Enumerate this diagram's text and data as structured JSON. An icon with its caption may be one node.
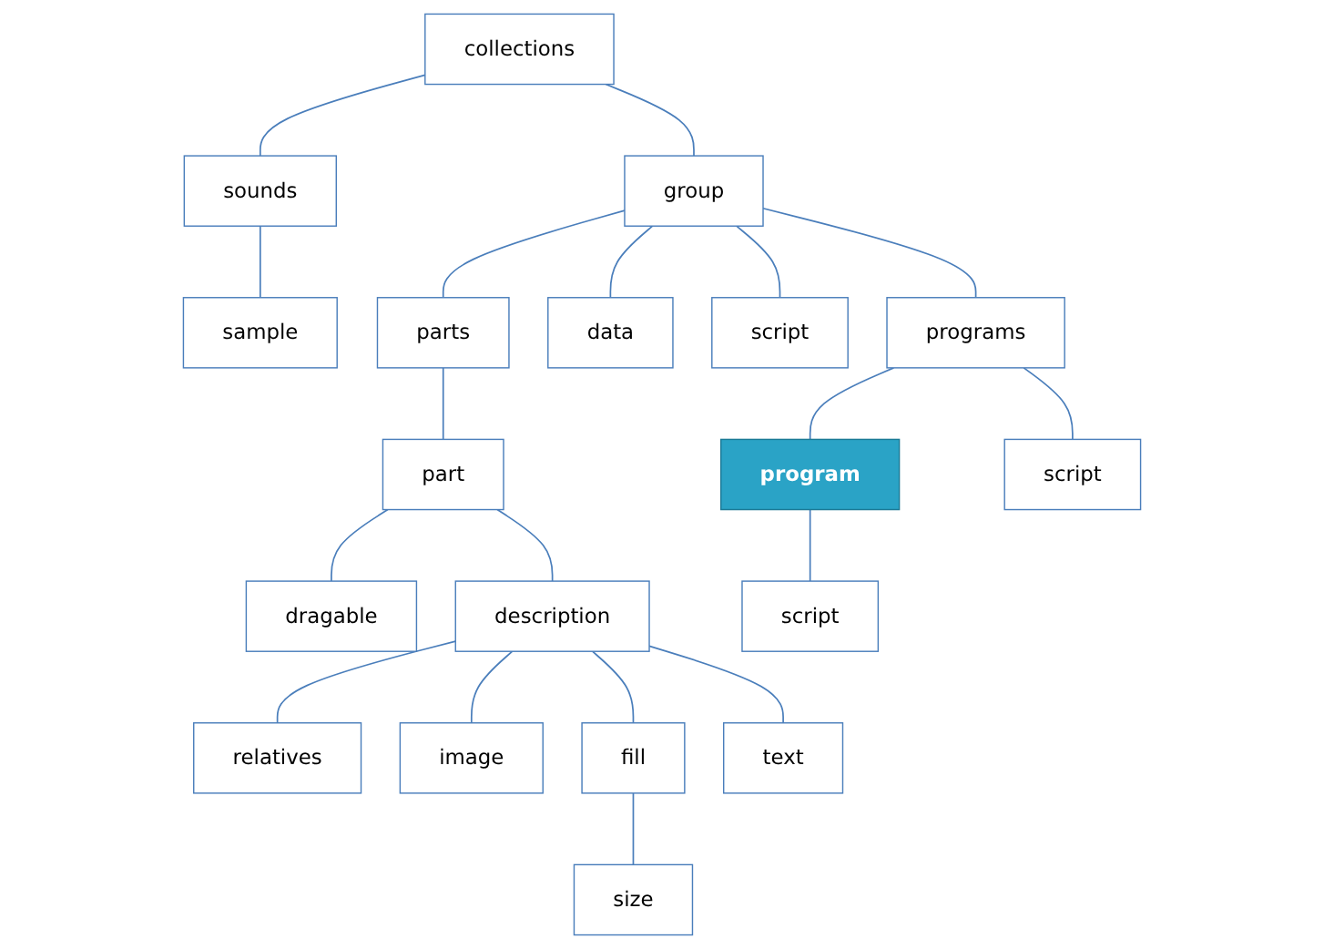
{
  "diagram": {
    "nodes": [
      {
        "text": [
          "collections"
        ]
      },
      {
        "text": [
          "sounds"
        ]
      },
      {
        "text": [
          "group"
        ]
      },
      {
        "text": [
          "sample"
        ]
      },
      {
        "text": [
          "parts"
        ]
      },
      {
        "text": [
          "data"
        ]
      },
      {
        "text": [
          "script"
        ]
      },
      {
        "text": [
          "programs"
        ]
      },
      {
        "text": [
          "part"
        ]
      },
      {
        "text": [
          "program"
        ]
      },
      {
        "text": [
          "script"
        ]
      },
      {
        "text": [
          "dragable"
        ]
      },
      {
        "text": [
          "description"
        ]
      },
      {
        "text": [
          "script"
        ]
      },
      {
        "text": [
          "relatives"
        ]
      },
      {
        "text": [
          "image"
        ]
      },
      {
        "text": [
          "fill"
        ]
      },
      {
        "text": [
          "text"
        ]
      },
      {
        "text": [
          "size"
        ]
      }
    ],
    "edges": [
      {
        "from": 0,
        "to": 1,
        "arrow": "none"
      },
      {
        "from": 0,
        "to": 2,
        "arrow": "none"
      },
      {
        "from": 1,
        "to": 3,
        "arrow": "none"
      },
      {
        "from": 2,
        "to": 4,
        "arrow": "none"
      },
      {
        "from": 2,
        "to": 5,
        "arrow": "none"
      },
      {
        "from": 2,
        "to": 6,
        "arrow": "none"
      },
      {
        "from": 2,
        "to": 7,
        "arrow": "none"
      },
      {
        "from": 4,
        "to": 8,
        "arrow": "none"
      },
      {
        "from": 7,
        "to": 9,
        "arrow": "none"
      },
      {
        "from": 7,
        "to": 10,
        "arrow": "none"
      },
      {
        "from": 9,
        "to": 13,
        "arrow": "none"
      },
      {
        "from": 8,
        "to": 11,
        "arrow": "none"
      },
      {
        "from": 8,
        "to": 12,
        "arrow": "none"
      },
      {
        "from": 12,
        "to": 14,
        "arrow": "none"
      },
      {
        "from": 12,
        "to": 15,
        "arrow": "none"
      },
      {
        "from": 12,
        "to": 16,
        "arrow": "none"
      },
      {
        "from": 12,
        "to": 17,
        "arrow": "none"
      },
      {
        "from": 16,
        "to": 18,
        "arrow": "none"
      }
    ]
  }
}
